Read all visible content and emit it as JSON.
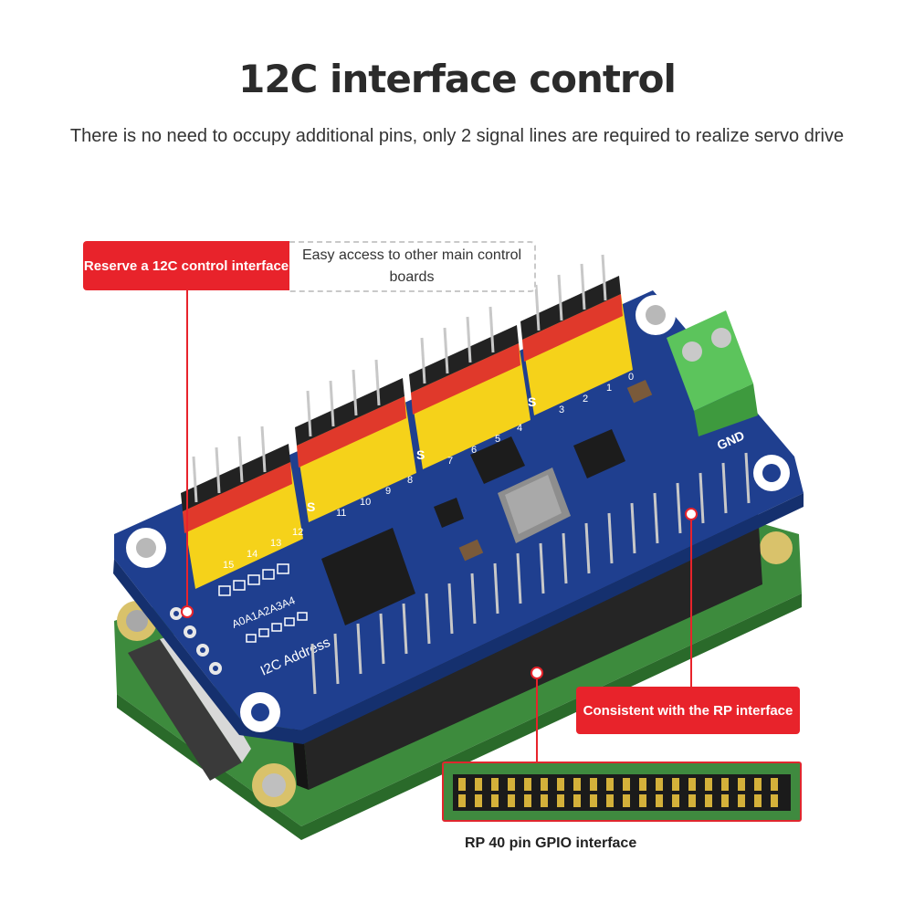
{
  "heading": {
    "title": "12C interface control",
    "subtitle": "There is no need to occupy additional pins, only 2 signal lines are required to realize servo drive"
  },
  "callouts": {
    "reserve": "Reserve a 12C control interface",
    "easy_access": "Easy access to other main control boards",
    "consistent": "Consistent with the RP interface",
    "gpio_caption": "RP 40 pin GPIO interface"
  },
  "board_labels": {
    "channels_group1": [
      "15",
      "14",
      "13",
      "12"
    ],
    "channels_group2": [
      "11",
      "10",
      "9",
      "8"
    ],
    "channels_group3": [
      "7",
      "6",
      "5",
      "4"
    ],
    "channels_group4": [
      "3",
      "2",
      "1",
      "0"
    ],
    "address_pins": "A0A1A2A3A4",
    "address_label": "I2C Address",
    "gnd": "GND",
    "s_label": "S"
  },
  "colors": {
    "accent_red": "#e8232b",
    "pcb_blue": "#1f3f8f",
    "rpi_green": "#3d8b3d",
    "terminal_green": "#5cc45c",
    "header_yellow": "#f5d21a",
    "header_red": "#e0392b"
  }
}
